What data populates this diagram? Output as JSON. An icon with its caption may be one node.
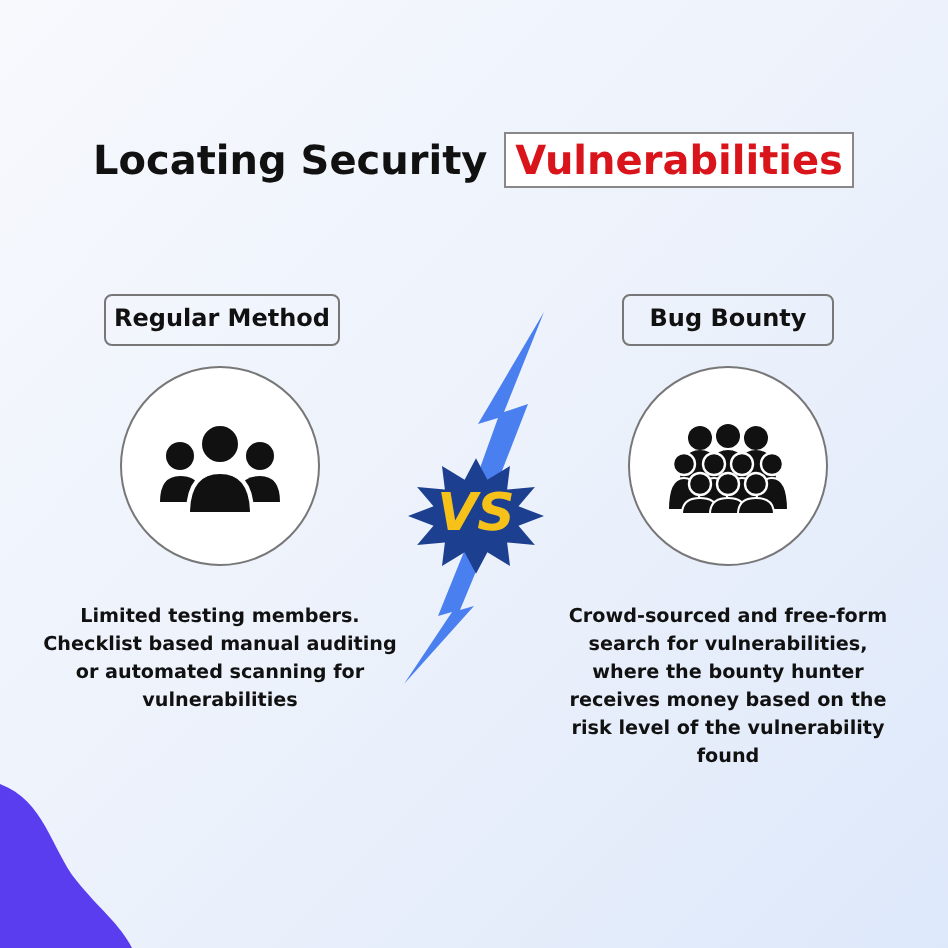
{
  "diagram": {
    "title": "Locating Security Vulnerabilities",
    "nodes": [
      {
        "text": [
          "Regular Method"
        ]
      },
      {
        "text": [],
        "shape": "circle",
        "beside": [
          "Limited testing members. Checklist based manual auditing or automated scanning for vulnerabilities"
        ]
      },
      {
        "text": [
          "Bug Bounty"
        ]
      },
      {
        "text": [],
        "shape": "circle",
        "beside": [
          "Crowd-sourced and free-form search for vulnerabilities, where the bounty hunter receives money based on the risk level of the vulnerability found"
        ]
      }
    ],
    "labels": [
      "VS"
    ]
  }
}
